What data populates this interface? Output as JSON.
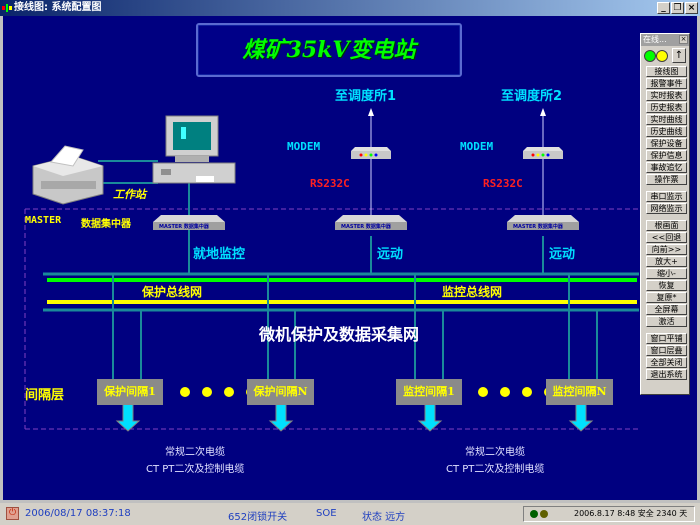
{
  "window": {
    "title": "接线图: 系统配置图",
    "buttons": {
      "minimize": "_",
      "restore": "❐",
      "close": "×"
    }
  },
  "diagram": {
    "title": "煤矿35kV变电站",
    "workstation_label": "工作站",
    "master_label": "MASTER",
    "concentrator_label": "数据集中器",
    "device_label": "MASTER 数据集中器",
    "local_monitor_label": "就地监控",
    "dispatch1_label": "至调度所1",
    "dispatch2_label": "至调度所2",
    "modem_label": "MODEM",
    "rs232_label": "RS232C",
    "remote_label": "远动",
    "protection_bus_label": "保护总线网",
    "monitor_bus_label": "监控总线网",
    "network_label": "微机保护及数据采集网",
    "bay_layer_label": "间隔层",
    "bays": [
      "保护间隔1",
      "保护间隔N",
      "监控间隔1",
      "监控间隔N"
    ],
    "cable_line1": "常规二次电缆",
    "cable_line2": "CT PT二次及控制电缆",
    "colors": {
      "background": "#000080",
      "green_bus": "#00ff00",
      "yellow_bus": "#ffff00",
      "cyan_line": "#1a8a9a",
      "title": "#00ff00"
    }
  },
  "panel": {
    "title": "在线...",
    "lights": [
      "#00ff00",
      "#ffff00"
    ],
    "pin_icon": "↑",
    "group1": [
      "接线图",
      "报警事件",
      "实时报表",
      "历史报表",
      "实时曲线",
      "历史曲线",
      "保护设备",
      "保护信息",
      "事故追忆",
      "操作票"
    ],
    "group2": [
      "串口监示",
      "网络监示"
    ],
    "group3": [
      "根画面",
      "<<回退",
      "向前>>",
      "放大+",
      "缩小-",
      "恢复",
      "复原*",
      "全屏幕",
      "激活"
    ],
    "group4": [
      "窗口平铺",
      "窗口层叠",
      "全部关闭",
      "退出系统"
    ]
  },
  "statusbar": {
    "datetime": "2006/08/17 08:37:18",
    "event": "652闭锁开关",
    "soe": "SOE",
    "state": "状态 远方",
    "info": "2006.8.17  8:48 安全 2340 天"
  }
}
